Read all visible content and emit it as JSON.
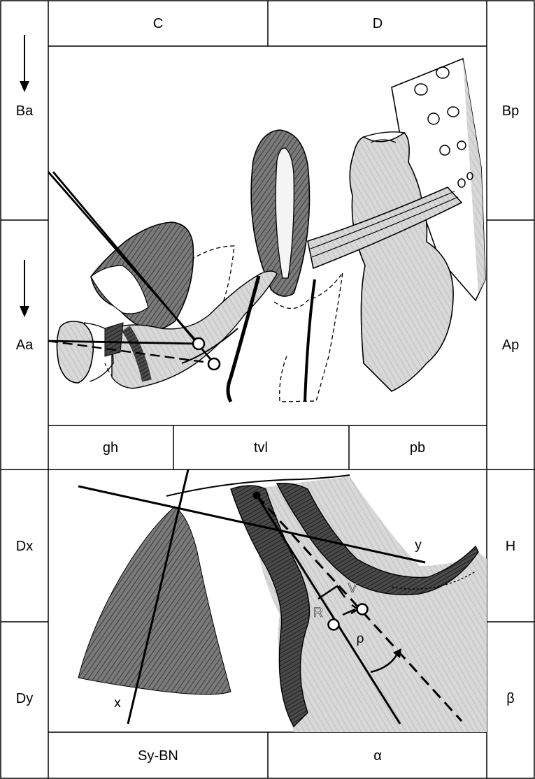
{
  "top_labels": {
    "c": "C",
    "d": "D"
  },
  "left_labels": {
    "ba": "Ba",
    "aa": "Aa",
    "dx": "Dx",
    "dy": "Dy"
  },
  "right_labels": {
    "bp": "Bp",
    "ap": "Ap",
    "h": "H",
    "beta": "β"
  },
  "middle_labels": {
    "gh": "gh",
    "tvl": "tvl",
    "pb": "pb"
  },
  "bottom_labels": {
    "sybn": "Sy-BN",
    "alpha": "α"
  },
  "diagram_labels": {
    "x": "x",
    "y": "y",
    "v": "V",
    "r": "R",
    "rho": "ρ"
  }
}
